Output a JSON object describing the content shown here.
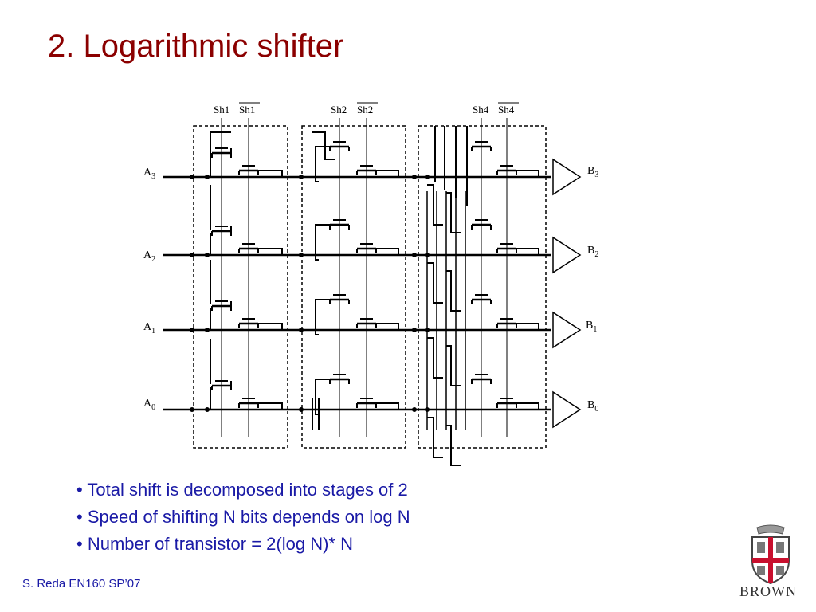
{
  "slide": {
    "title": "2. Logarithmic shifter",
    "bullets": [
      "• Total shift is decomposed into stages of 2",
      "• Speed of shifting N bits depends on log N",
      "• Number of transistor = 2(log N)* N"
    ],
    "footer": "S. Reda EN160 SP’07",
    "logo_text": "BROWN"
  },
  "diagram": {
    "stage_labels": [
      {
        "pos": "Sh1",
        "neg": "Sh1"
      },
      {
        "pos": "Sh2",
        "neg": "Sh2"
      },
      {
        "pos": "Sh4",
        "neg": "Sh4"
      }
    ],
    "inputs": [
      {
        "name": "A",
        "sub": "3"
      },
      {
        "name": "A",
        "sub": "2"
      },
      {
        "name": "A",
        "sub": "1"
      },
      {
        "name": "A",
        "sub": "0"
      }
    ],
    "outputs": [
      {
        "name": "B",
        "sub": "3"
      },
      {
        "name": "B",
        "sub": "2"
      },
      {
        "name": "B",
        "sub": "1"
      },
      {
        "name": "B",
        "sub": "0"
      }
    ]
  },
  "colors": {
    "title": "#8b0000",
    "text": "#1a1aa6",
    "logo_red": "#c8102e"
  }
}
